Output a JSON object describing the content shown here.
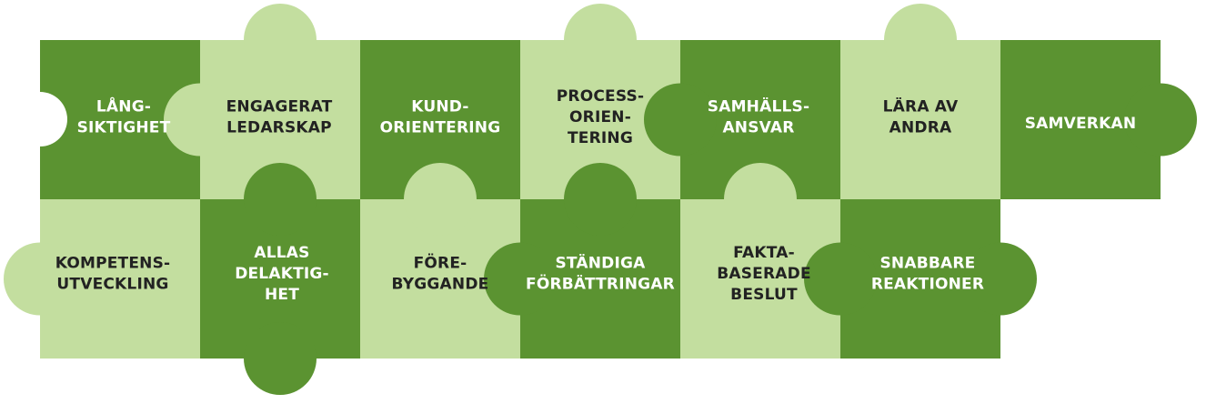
{
  "colors": {
    "dark": "#5b9331",
    "light": "#c3de9f",
    "text_on_dark": "#ffffff",
    "text_on_light": "#222222"
  },
  "pieces": [
    {
      "id": "langsiktighet",
      "lines": [
        "LÅNG-",
        "SIKTIGHET"
      ],
      "shade": "dark"
    },
    {
      "id": "engagerat-ledarskap",
      "lines": [
        "ENGAGERAT",
        "LEDARSKAP"
      ],
      "shade": "light"
    },
    {
      "id": "kundorientering",
      "lines": [
        "KUND-",
        "ORIENTERING"
      ],
      "shade": "dark"
    },
    {
      "id": "processorientering",
      "lines": [
        "PROCESS-",
        "ORIEN-",
        "TERING"
      ],
      "shade": "light"
    },
    {
      "id": "samhallsansvar",
      "lines": [
        "SAMHÄLLS-",
        "ANSVAR"
      ],
      "shade": "dark"
    },
    {
      "id": "lara-av-andra",
      "lines": [
        "LÄRA AV",
        "ANDRA"
      ],
      "shade": "light"
    },
    {
      "id": "samverkan",
      "lines": [
        "SAMVERKAN"
      ],
      "shade": "dark"
    },
    {
      "id": "kompetensutveckling",
      "lines": [
        "KOMPETENS-",
        "UTVECKLING"
      ],
      "shade": "light"
    },
    {
      "id": "allas-delaktighet",
      "lines": [
        "ALLAS",
        "DELAKTIG-",
        "HET"
      ],
      "shade": "dark"
    },
    {
      "id": "forebyggande",
      "lines": [
        "FÖRE-",
        "BYGGANDE"
      ],
      "shade": "light"
    },
    {
      "id": "standiga-forbattringar",
      "lines": [
        "STÄNDIGA",
        "FÖRBÄTTRINGAR"
      ],
      "shade": "dark"
    },
    {
      "id": "faktabaserade-beslut",
      "lines": [
        "FAKTA-",
        "BASERADE",
        "BESLUT"
      ],
      "shade": "light"
    },
    {
      "id": "snabbare-reaktioner",
      "lines": [
        "SNABBARE",
        "REAKTIONER"
      ],
      "shade": "dark"
    }
  ]
}
